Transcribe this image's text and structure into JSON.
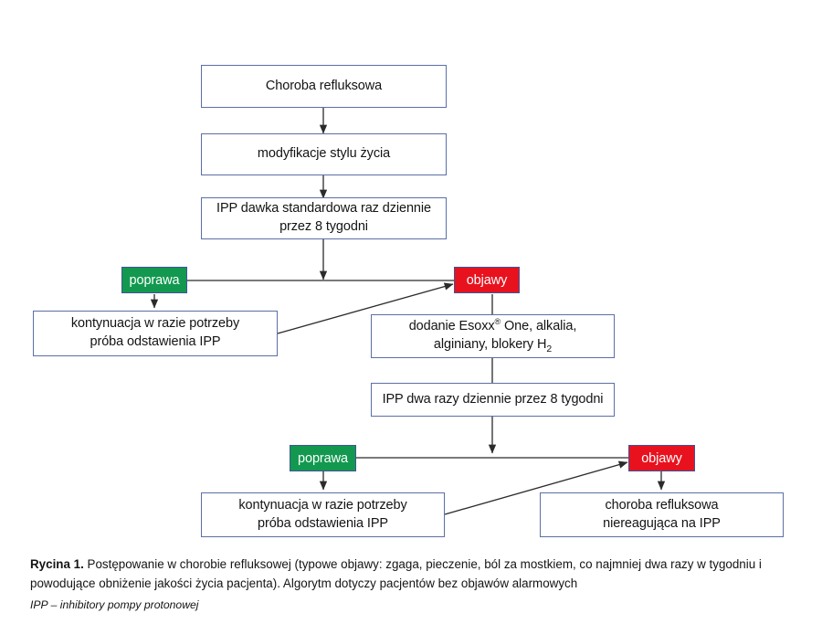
{
  "figure": {
    "nodes": {
      "disease": "Choroba refluksowa",
      "lifestyle": "modyfikacje stylu życia",
      "ppi_standard_line1": "IPP dawka standardowa raz dziennie",
      "ppi_standard_line2": "przez 8 tygodni",
      "continue_mid_line1": "kontynuacja w razie potrzeby",
      "continue_mid_line2": "próba odstawienia IPP",
      "add_therapy_line1_a": "dodanie Esoxx",
      "add_therapy_line1_reg": "®",
      "add_therapy_line1_b": " One, alkalia,",
      "add_therapy_line2_a": "alginiany, blokery H",
      "add_therapy_line2_sub": "2",
      "ppi_twice": "IPP dwa razy dziennie przez 8 tygodni",
      "continue_bottom_line1": "kontynuacja w razie potrzeby",
      "continue_bottom_line2": "próba odstawienia IPP",
      "refractory_line1": "choroba refluksowa",
      "refractory_line2": "niereagująca na IPP"
    },
    "badges": {
      "improvement_upper": "poprawa",
      "symptoms_upper": "objawy",
      "improvement_lower": "poprawa",
      "symptoms_lower": "objawy"
    },
    "colors": {
      "box_border": "#5b6fa8",
      "badge_green": "#12994f",
      "badge_red": "#e8121f",
      "badge_border": "#3f5596",
      "connector": "#2b2b2b"
    }
  },
  "caption": {
    "label": "Rycina 1.",
    "text": " Postępowanie w chorobie refluksowej (typowe objawy: zgaga, pieczenie, ból za mostkiem, co najmniej dwa razy w tygodniu i powodujące obniżenie jakości życia pacjenta). Algorytm dotyczy pacjentów bez objawów alarmowych",
    "abbreviation": "IPP – inhibitory pompy protonowej"
  }
}
